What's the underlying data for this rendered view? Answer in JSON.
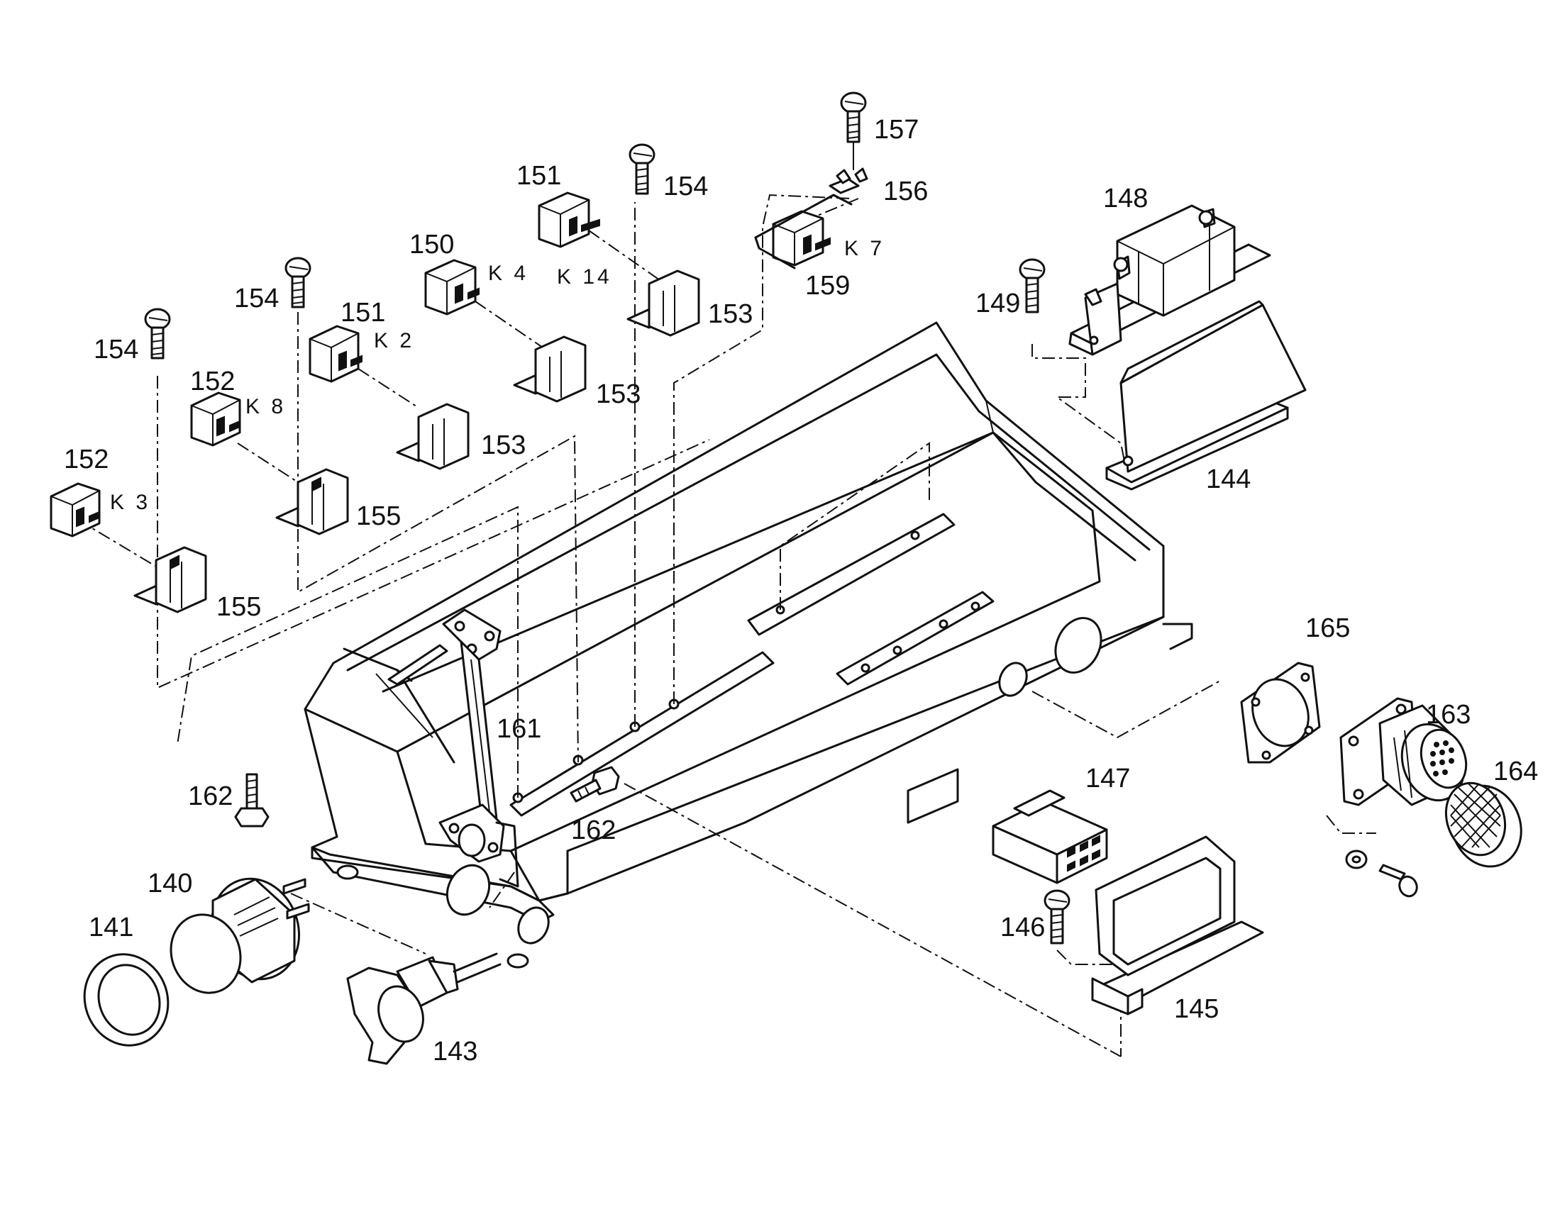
{
  "part_numbers": {
    "p140": "140",
    "p141": "141",
    "p143": "143",
    "p144": "144",
    "p145": "145",
    "p146": "146",
    "p147": "147",
    "p148": "148",
    "p149": "149",
    "p150": "150",
    "p151a": "151",
    "p151b": "151",
    "p152a": "152",
    "p152b": "152",
    "p153a": "153",
    "p153b": "153",
    "p153c": "153",
    "p154a": "154",
    "p154b": "154",
    "p154c": "154",
    "p155a": "155",
    "p155b": "155",
    "p156": "156",
    "p157": "157",
    "p159": "159",
    "p161": "161",
    "p162a": "162",
    "p162b": "162",
    "p163": "163",
    "p164": "164",
    "p165": "165"
  },
  "relay_designations": {
    "k3": "K 3",
    "k8": "K 8",
    "k2": "K 2",
    "k4": "K 4",
    "k14": "K 14",
    "k7": "K 7"
  }
}
